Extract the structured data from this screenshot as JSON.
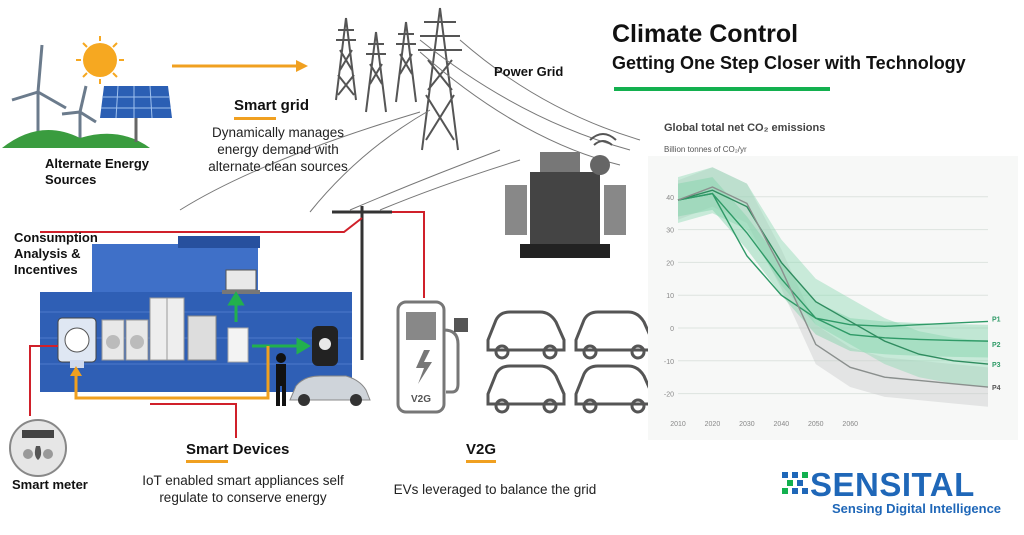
{
  "header": {
    "title": "Climate Control",
    "subtitle": "Getting One Step Closer with Technology"
  },
  "labels": {
    "alternate_energy": "Alternate  Energy",
    "alternate_energy_2": "Sources",
    "power_grid": "Power Grid",
    "consumption_1": "Consumption",
    "consumption_2": "Analysis &",
    "consumption_3": "Incentives",
    "smart_meter": "Smart meter",
    "v2g_badge": "V2G"
  },
  "smart_grid": {
    "heading": "Smart grid",
    "line1": "Dynamically manages",
    "line2": "energy demand with",
    "line3": "alternate clean sources"
  },
  "smart_devices": {
    "heading": "Smart Devices",
    "line1": "IoT enabled smart appliances self",
    "line2": "regulate to conserve energy"
  },
  "v2g": {
    "heading": "V2G",
    "line1": "EVs leveraged to balance the grid"
  },
  "brand": {
    "name": "SENSITAL",
    "tagline": "Sensing Digital Intelligence"
  },
  "colors": {
    "accent_green": "#13b04f",
    "underline_orange": "#f0a020",
    "house_blue": "#2f5fb5",
    "wire_red": "#d0202a",
    "brand_blue": "#1f67b8",
    "chart_green": "#3fbf86"
  },
  "chart_data": {
    "type": "line",
    "title": "Global total net CO₂ emissions",
    "ylabel": "Billion tonnes of CO₂/yr",
    "x_ticks": [
      "2010",
      "2020",
      "2030",
      "2040",
      "2050",
      "2060"
    ],
    "y_ticks": [
      "40",
      "30",
      "20",
      "10",
      "0",
      "-10",
      "-20"
    ],
    "ylim": [
      -25,
      50
    ],
    "xlim": [
      2010,
      2100
    ],
    "grid": true,
    "series": [
      {
        "name": "P1",
        "x": [
          2010,
          2020,
          2030,
          2040,
          2050,
          2060,
          2070,
          2080,
          2090,
          2100
        ],
        "y": [
          39,
          41,
          22,
          10,
          3,
          1,
          0.5,
          1,
          1.5,
          2
        ]
      },
      {
        "name": "P2",
        "x": [
          2010,
          2020,
          2030,
          2040,
          2050,
          2060,
          2070,
          2080,
          2090,
          2100
        ],
        "y": [
          39,
          41,
          29,
          15,
          3,
          -2,
          -3,
          -3.5,
          -3.8,
          -4
        ]
      },
      {
        "name": "P3",
        "x": [
          2010,
          2020,
          2030,
          2040,
          2050,
          2060,
          2070,
          2080,
          2090,
          2100
        ],
        "y": [
          39,
          42,
          37,
          20,
          8,
          2,
          -4,
          -8,
          -10,
          -11
        ]
      },
      {
        "name": "P4",
        "x": [
          2010,
          2020,
          2030,
          2040,
          2050,
          2060,
          2070,
          2080,
          2090,
          2100
        ],
        "y": [
          39,
          43,
          38,
          18,
          -5,
          -12,
          -15,
          -16,
          -17,
          -18
        ]
      }
    ]
  }
}
